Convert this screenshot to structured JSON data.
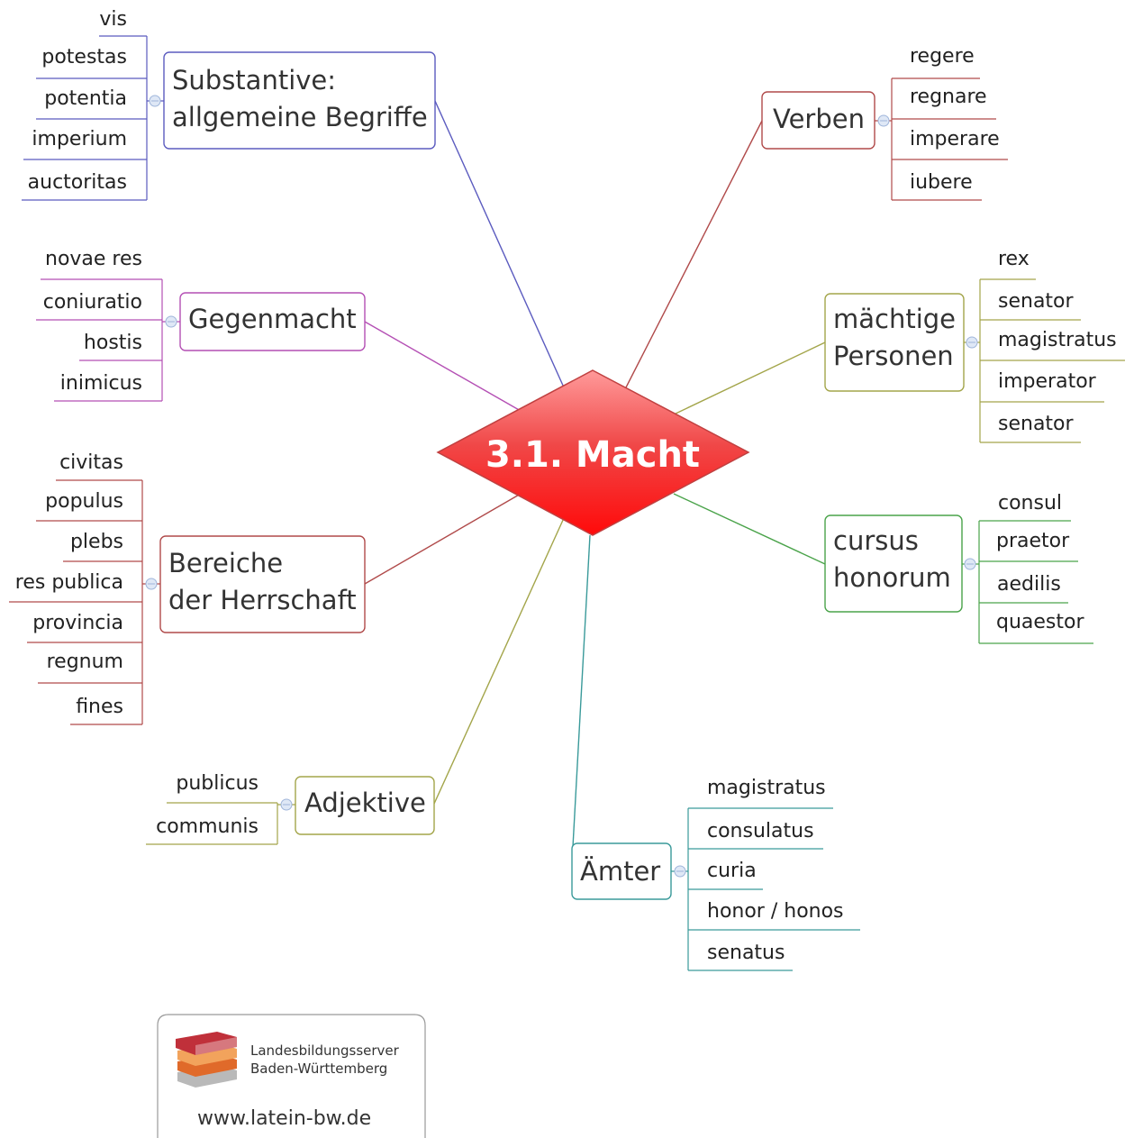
{
  "center": {
    "title": "3.1. Macht"
  },
  "branches": {
    "substantive": {
      "line1": "Substantive:",
      "line2": "allgemeine Begriffe",
      "color": "#5b5bbf",
      "items": [
        "vis",
        "potestas",
        "potentia",
        "imperium",
        "auctoritas"
      ]
    },
    "gegenmacht": {
      "line1": "Gegenmacht",
      "color": "#b44fb4",
      "items": [
        "novae res",
        "coniuratio",
        "hostis",
        "inimicus"
      ]
    },
    "bereiche": {
      "line1": "Bereiche",
      "line2": "der Herrschaft",
      "color": "#b04a4a",
      "items": [
        "civitas",
        "populus",
        "plebs",
        "res publica",
        "provincia",
        "regnum",
        "fines"
      ]
    },
    "adjektive": {
      "line1": "Adjektive",
      "color": "#a3a54a",
      "items": [
        "publicus",
        "communis"
      ]
    },
    "aemter": {
      "line1": "Ämter",
      "color": "#3a9a9a",
      "items": [
        "magistratus",
        "consulatus",
        "curia",
        "honor / honos",
        "senatus"
      ]
    },
    "cursus": {
      "line1": "cursus",
      "line2": "honorum",
      "color": "#4aa34a",
      "items": [
        "consul",
        "praetor",
        "aedilis",
        "quaestor"
      ]
    },
    "personen": {
      "line1": "mächtige",
      "line2": "Personen",
      "color": "#a3a54a",
      "items": [
        "rex",
        "senator",
        "magistratus",
        "imperator",
        "senator"
      ]
    },
    "verben": {
      "line1": "Verben",
      "color": "#b04a4a",
      "items": [
        "regere",
        "regnare",
        "imperare",
        "iubere"
      ]
    }
  },
  "logo": {
    "line1": "Landesbildungsserver",
    "line2": "Baden-Württemberg",
    "url": "www.latein-bw.de"
  }
}
